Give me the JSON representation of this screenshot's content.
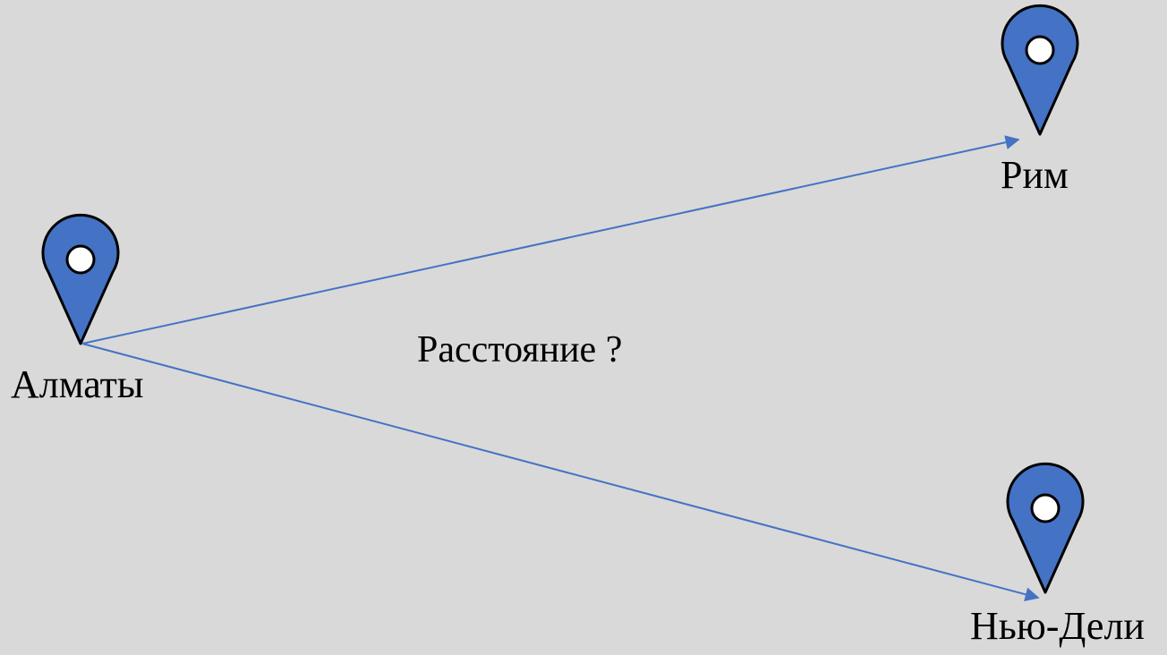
{
  "colors": {
    "background": "#d9d9d9",
    "pin_fill": "#4472c4",
    "pin_stroke": "#000000",
    "pin_hole": "#ffffff",
    "line": "#4472c4",
    "text": "#000000"
  },
  "places": {
    "origin": {
      "label": "Алматы",
      "icon": "map-pin-icon"
    },
    "rome": {
      "label": "Рим",
      "icon": "map-pin-icon"
    },
    "delhi": {
      "label": "Нью-Дели",
      "icon": "map-pin-icon"
    }
  },
  "question": "Расстояние ?"
}
